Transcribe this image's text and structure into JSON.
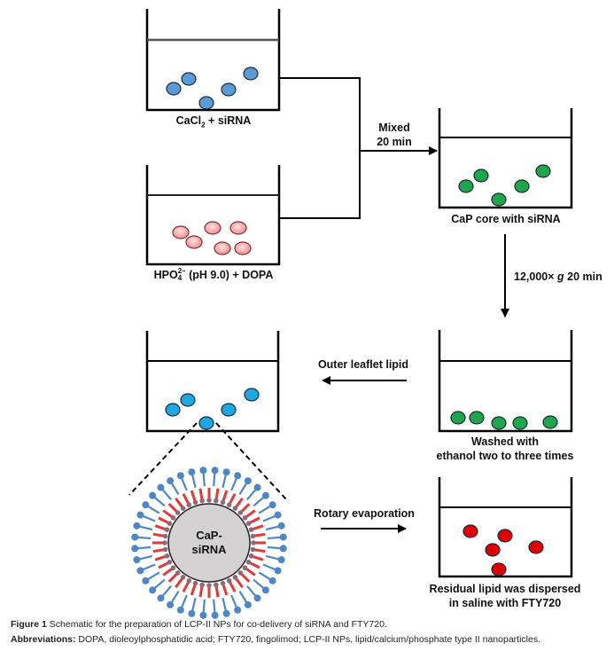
{
  "figure": {
    "colors": {
      "blue_particle": "#5b9bd5",
      "pink_particle": "#f4a6a6",
      "green_particle": "#1fa64a",
      "cyan_particle": "#1ea7e1",
      "red_particle": "#e00000",
      "core_fill": "#d4d2d2",
      "lipid_outer": "#4f87c6",
      "lipid_inner": "#e23a3a",
      "line": "#000000"
    },
    "beakers": [
      {
        "id": "cacl2",
        "label_main": "CaCl",
        "label_sub": "2",
        "label_rest": " + siRNA",
        "particle_color": "blue_particle",
        "particle_count": 5
      },
      {
        "id": "hpo4",
        "label_main": "HPO",
        "label_sub": "4",
        "label_sup": "2–",
        "label_rest": " (pH 9.0) + DOPA",
        "particle_color": "pink_particle",
        "particle_count": 6
      },
      {
        "id": "cap-core",
        "label": "CaP core with siRNA",
        "particle_color": "green_particle",
        "particle_count": 5
      },
      {
        "id": "washed",
        "label_line1": "Washed with",
        "label_line2": "ethanol two to three times",
        "particle_color": "green_particle",
        "particle_count": 5
      },
      {
        "id": "outer-lipid",
        "label": "",
        "particle_color": "cyan_particle",
        "particle_count": 5
      },
      {
        "id": "residual",
        "label_line1": "Residual lipid was dispersed",
        "label_line2": "in saline with FTY720",
        "particle_color": "red_particle",
        "particle_count": 5
      }
    ],
    "steps": {
      "mixed_line1": "Mixed",
      "mixed_line2": "20 min",
      "centrifuge_prefix": "12,000× ",
      "centrifuge_g": "g",
      "centrifuge_suffix": " 20 min",
      "outer_leaflet": "Outer leaflet lipid",
      "rotary": "Rotary evaporation"
    },
    "nanoparticle": {
      "core_line1": "CaP-",
      "core_line2": "siRNA"
    },
    "caption": {
      "figure_label": "Figure 1",
      "figure_text": " Schematic for the preparation of LCP-II NPs for co-delivery of siRNA and FTY720.",
      "abbrev_label": "Abbreviations:",
      "abbrev_text": " DOPA, dioleoylphosphatidic acid; FTY720, fingolimod; LCP-II NPs, lipid/calcium/phosphate type II nanoparticles."
    }
  }
}
